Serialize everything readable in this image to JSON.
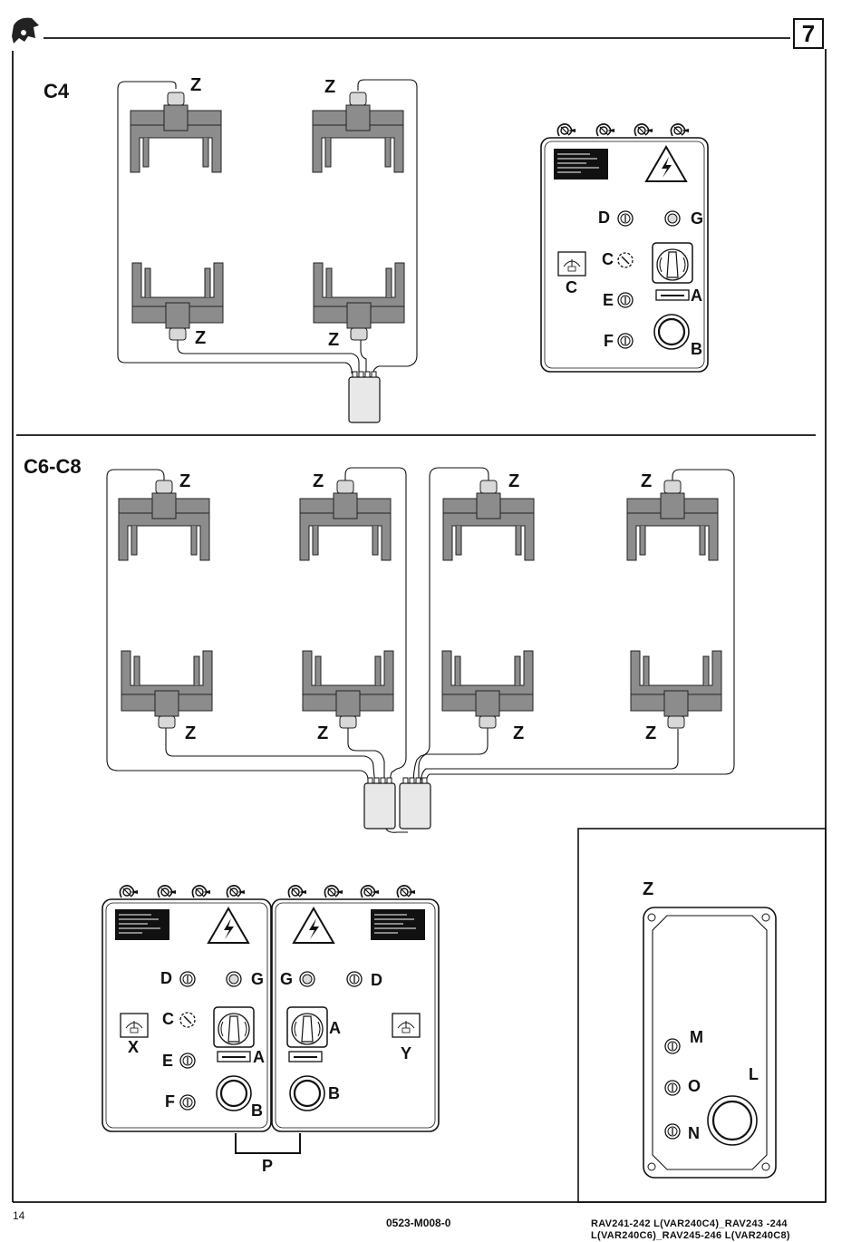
{
  "page": {
    "section_number": "7",
    "page_number": "14",
    "document_code": "0523-M008-0",
    "reference_line1": "RAV241-242 L(VAR240C4)_RAV243 -244",
    "reference_line2": "L(VAR240C6)_RAV245-246 L(VAR240C8)"
  },
  "logo_icon": "lift-logo-icon",
  "sections": {
    "c4_title": "C4",
    "c6c8_title": "C6-C8"
  },
  "labels": {
    "Z": "Z",
    "A": "A",
    "B": "B",
    "C": "C",
    "D": "D",
    "E": "E",
    "F": "F",
    "G": "G",
    "X": "X",
    "Y": "Y",
    "P": "P",
    "L": "L",
    "M": "M",
    "N": "N",
    "O": "O"
  }
}
